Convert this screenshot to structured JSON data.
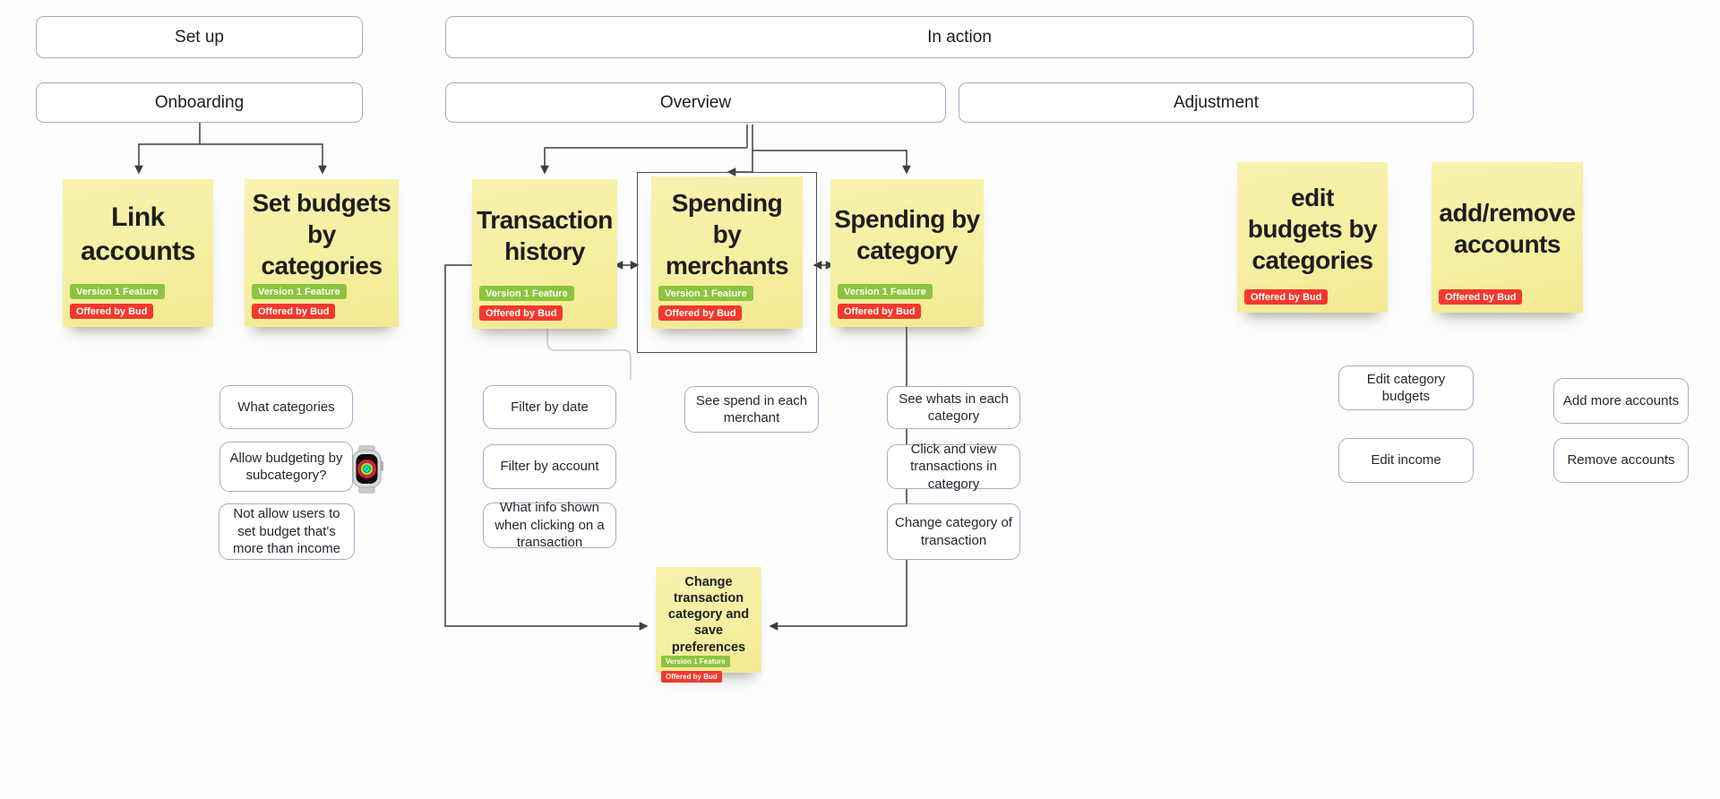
{
  "colors": {
    "sticky_yellow": "#f6efa1",
    "badge_green": "#8cc43d",
    "badge_red": "#f2392c",
    "box_border": "#abaac8",
    "connector": "#3d3d3f"
  },
  "headers": {
    "setup": "Set up",
    "onboarding": "Onboarding",
    "in_action": "In action",
    "overview": "Overview",
    "adjustment": "Adjustment"
  },
  "badges": {
    "version": "Version 1 Feature",
    "offered": "Offered by Bud"
  },
  "stickies": {
    "link_accounts": "Link accounts",
    "set_budgets": "Set budgets by categories",
    "transaction_history": "Transaction history",
    "spending_merchants": "Spending by merchants",
    "spending_category": "Spending by category",
    "edit_budgets": "edit budgets by categories",
    "add_remove": "add/remove accounts",
    "change_preferences": "Change transaction category and save preferences"
  },
  "notes": {
    "what_categories": "What categories",
    "allow_subcategory": "Allow budgeting by subcategory?",
    "not_allow_over_income": "Not allow users to set budget that's more than income",
    "filter_by_date": "Filter by date",
    "filter_by_account": "Filter by account",
    "what_info": "What info shown when clicking on a transaction",
    "see_spend_merchant": "See spend in each merchant",
    "see_whats_category": "See whats in each category",
    "click_view_transactions": "Click and view transactions in category",
    "change_category": "Change category of transaction",
    "edit_category_budgets": "Edit category budgets",
    "edit_income": "Edit income",
    "add_more_accounts": "Add more accounts",
    "remove_accounts": "Remove accounts"
  },
  "icons": {
    "watch": "apple-watch-activity-rings"
  }
}
